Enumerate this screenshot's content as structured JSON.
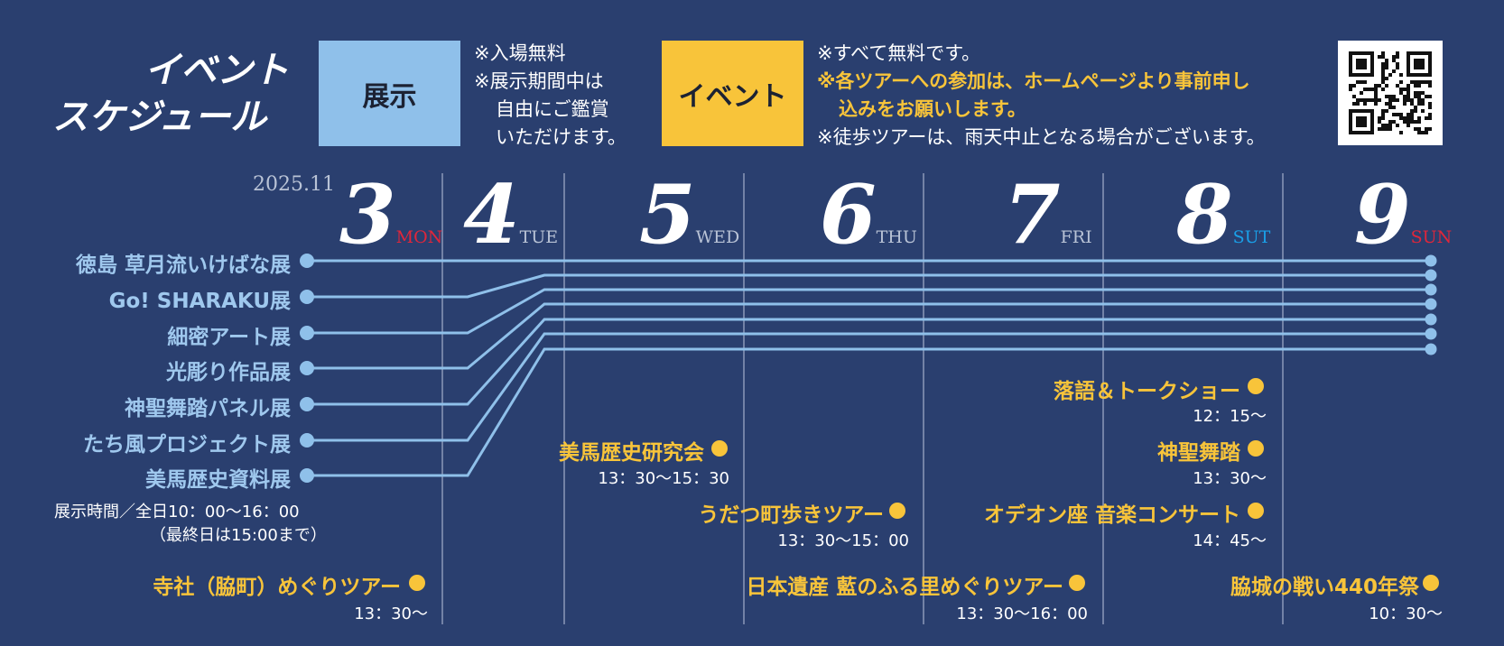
{
  "header": {
    "title_line1": "イベント",
    "title_line2": "スケジュール",
    "legend_exhibit": "展示",
    "legend_event": "イベント",
    "exhibit_notes": [
      "※入場無料",
      "※展示期間中は",
      "自由にご鑑賞",
      "いただけます。"
    ],
    "event_notes": [
      {
        "text": "※すべて無料です。",
        "highlight": false
      },
      {
        "text": "※各ツアーへの参加は、ホームページより事前申し",
        "highlight": true
      },
      {
        "text": "込みをお願いします。",
        "highlight": true
      },
      {
        "text": "※徒歩ツアーは、雨天中止となる場合がございます。",
        "highlight": false
      }
    ],
    "qr_icon": "qr-code-icon"
  },
  "colors": {
    "background": "#2a3f6f",
    "exhibit": "#8fc0ea",
    "event": "#f8c43a",
    "line": "#8fc0ea",
    "weekday": "#b9c3d6",
    "saturday": "#1aa0e8",
    "sunday_monday": "#e0263a",
    "divider": "#8b98b8"
  },
  "calendar": {
    "year_month": "2025.11",
    "days": [
      {
        "num": "3",
        "dow": "MON"
      },
      {
        "num": "4",
        "dow": "TUE"
      },
      {
        "num": "5",
        "dow": "WED"
      },
      {
        "num": "6",
        "dow": "THU"
      },
      {
        "num": "7",
        "dow": "FRI"
      },
      {
        "num": "8",
        "dow": "SUT"
      },
      {
        "num": "9",
        "dow": "SUN"
      }
    ]
  },
  "exhibits": [
    {
      "name": "徳島 草月流いけばな展",
      "start_day": "3"
    },
    {
      "name": "Go! SHARAKU展",
      "start_day": "4"
    },
    {
      "name": "細密アート展",
      "start_day": "4"
    },
    {
      "name": "光彫り作品展",
      "start_day": "4"
    },
    {
      "name": "神聖舞踏パネル展",
      "start_day": "4"
    },
    {
      "name": "たち風プロジェクト展",
      "start_day": "4"
    },
    {
      "name": "美馬歴史資料展",
      "start_day": "4"
    }
  ],
  "exhibit_hours": [
    "展示時間／全日10：00～16：00",
    "（最終日は15:00まで）"
  ],
  "events": [
    {
      "title": "寺社（脇町）めぐりツアー",
      "time": "13：30～",
      "day": "3"
    },
    {
      "title": "美馬歴史研究会",
      "time": "13：30～15：30",
      "day": "5"
    },
    {
      "title": "うだつ町歩きツアー",
      "time": "13：30～15：00",
      "day": "6"
    },
    {
      "title": "日本遺産 藍のふる里めぐりツアー",
      "time": "13：30～16：00",
      "day": "7"
    },
    {
      "title": "落語＆トークショー",
      "time": "12：15～",
      "day": "8"
    },
    {
      "title": "神聖舞踏",
      "time": "13：30～",
      "day": "8"
    },
    {
      "title": "オデオン座 音楽コンサート",
      "time": "14：45～",
      "day": "8"
    },
    {
      "title": "脇城の戦い440年祭",
      "time": "10：30～",
      "day": "9"
    }
  ]
}
